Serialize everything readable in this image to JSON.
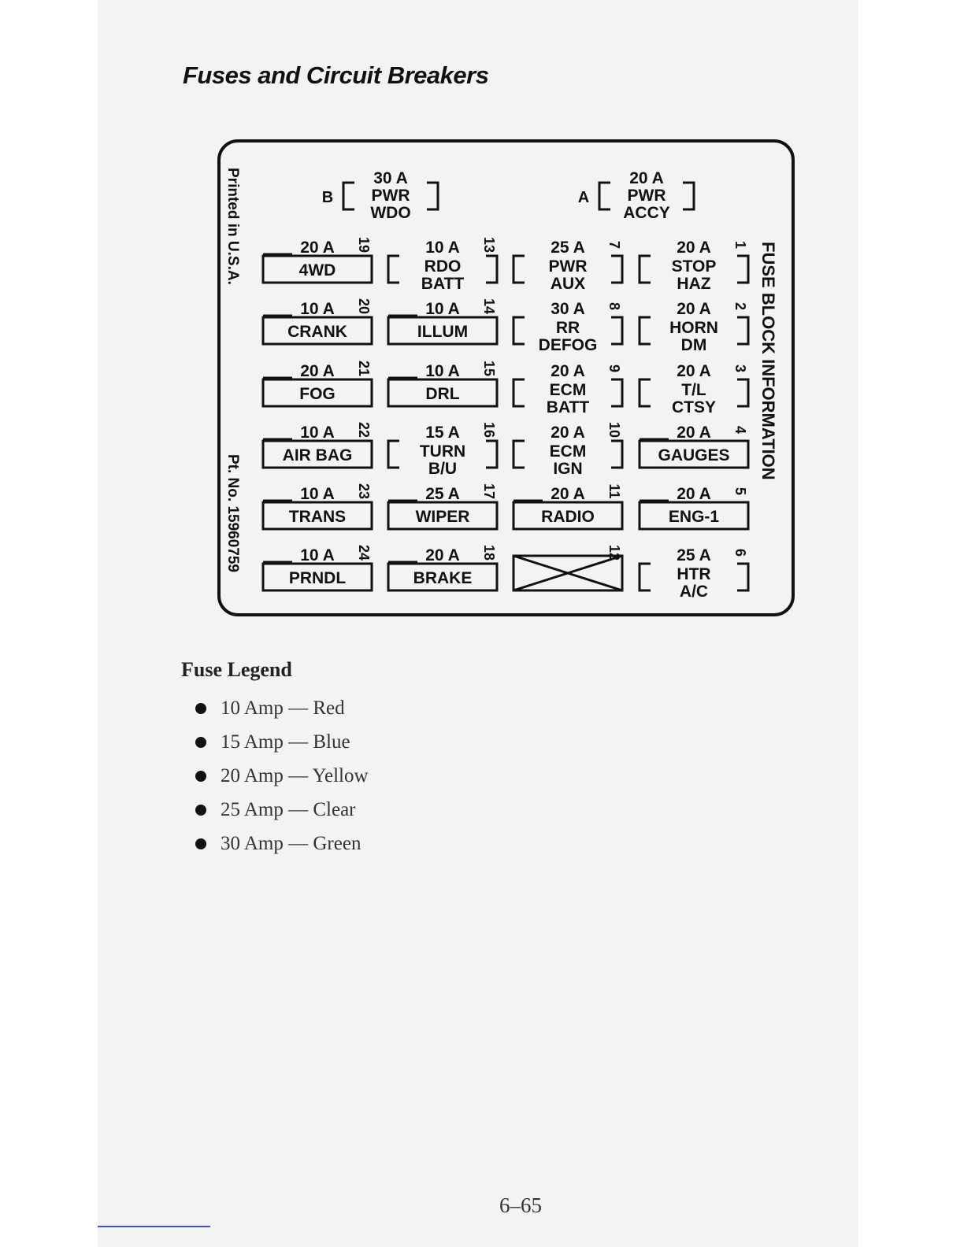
{
  "heading": "Fuses and Circuit Breakers",
  "diagram": {
    "title": "FUSE BLOCK INFORMATION",
    "printed": "Printed in U.S.A.",
    "part_number": "Pt. No. 15960759",
    "breakers": [
      {
        "letter": "B",
        "lines": [
          "30 A",
          "PWR",
          "WDO"
        ]
      },
      {
        "letter": "A",
        "lines": [
          "20 A",
          "PWR",
          "ACCY"
        ]
      }
    ],
    "fuses": [
      {
        "num": "19",
        "lines": [
          "20 A",
          "4WD"
        ]
      },
      {
        "num": "13",
        "lines": [
          "10 A",
          "RDO",
          "BATT"
        ]
      },
      {
        "num": "7",
        "lines": [
          "25 A",
          "PWR",
          "AUX"
        ]
      },
      {
        "num": "1",
        "lines": [
          "20 A",
          "STOP",
          "HAZ"
        ]
      },
      {
        "num": "20",
        "lines": [
          "10 A",
          "CRANK"
        ]
      },
      {
        "num": "14",
        "lines": [
          "10 A",
          "ILLUM"
        ]
      },
      {
        "num": "8",
        "lines": [
          "30 A",
          "RR",
          "DEFOG"
        ]
      },
      {
        "num": "2",
        "lines": [
          "20 A",
          "HORN",
          "DM"
        ]
      },
      {
        "num": "21",
        "lines": [
          "20 A",
          "FOG"
        ]
      },
      {
        "num": "15",
        "lines": [
          "10 A",
          "DRL"
        ]
      },
      {
        "num": "9",
        "lines": [
          "20 A",
          "ECM",
          "BATT"
        ]
      },
      {
        "num": "3",
        "lines": [
          "20 A",
          "T/L",
          "CTSY"
        ]
      },
      {
        "num": "22",
        "lines": [
          "10 A",
          "AIR BAG"
        ]
      },
      {
        "num": "16",
        "lines": [
          "15 A",
          "TURN",
          "B/U"
        ]
      },
      {
        "num": "10",
        "lines": [
          "20 A",
          "ECM",
          "IGN"
        ]
      },
      {
        "num": "4",
        "lines": [
          "20 A",
          "GAUGES"
        ]
      },
      {
        "num": "23",
        "lines": [
          "10 A",
          "TRANS"
        ]
      },
      {
        "num": "17",
        "lines": [
          "25 A",
          "WIPER"
        ]
      },
      {
        "num": "11",
        "lines": [
          "20 A",
          "RADIO"
        ]
      },
      {
        "num": "5",
        "lines": [
          "20 A",
          "ENG-1"
        ]
      },
      {
        "num": "24",
        "lines": [
          "10 A",
          "PRNDL"
        ]
      },
      {
        "num": "18",
        "lines": [
          "20 A",
          "BRAKE"
        ]
      },
      {
        "num": "12",
        "lines": []
      },
      {
        "num": "6",
        "lines": [
          "25 A",
          "HTR",
          "A/C"
        ]
      }
    ]
  },
  "legend": {
    "title": "Fuse Legend",
    "items": [
      "10 Amp — Red",
      "15 Amp — Blue",
      "20 Amp — Yellow",
      "25 Amp — Clear",
      "30 Amp — Green"
    ]
  },
  "page_number": "6–65"
}
